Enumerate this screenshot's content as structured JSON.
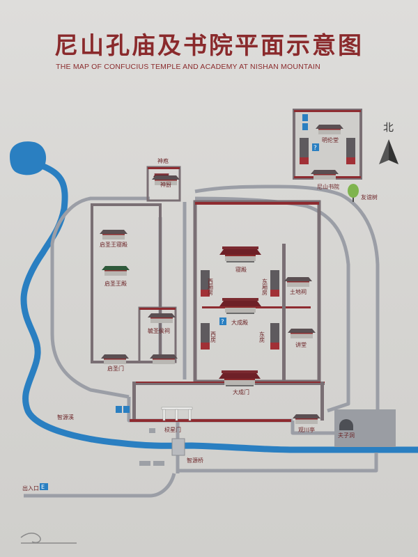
{
  "title": {
    "cn": "尼山孔庙及书院平面示意图",
    "en": "THE MAP OF CONFUCIUS TEMPLE AND ACADEMY AT NISHAN MOUNTAIN"
  },
  "compass": {
    "label": "北"
  },
  "places": {
    "shenpao": "神庖",
    "shenchu": "神厨",
    "qishengwang_qindian": "启圣王寝殿",
    "qishengwang_dian": "启圣王殿",
    "yushenghou_ci": "毓圣侯祠",
    "qishengmen": "启圣门",
    "qindian": "寝殿",
    "xi_xiangfang": "西厢房",
    "dong_xiangfang": "东厢房",
    "tudi_ci": "土地祠",
    "dacheng_dian": "大成殿",
    "xi_wu": "西庑",
    "dong_wu": "东庑",
    "jiangtang": "讲堂",
    "dacheng_men": "大成门",
    "lingxing_men": "棂星门",
    "guanchuan_ting": "观川亭",
    "fuzi_dong": "夫子洞",
    "zhiyuan_xi": "智源溪",
    "zhiyuan_qiao": "智源桥",
    "chu_ru_kou": "出入口",
    "minglun_tang": "明伦堂",
    "nishan_shuyuan": "尼山书院",
    "youyi_shu": "友谊树"
  },
  "colors": {
    "title": "#8a2a2c",
    "wall": "#7a6f74",
    "wall_red": "#8e2b30",
    "river": "#2a7fc1",
    "road": "#9b9ea6",
    "roof": "#6e2027",
    "roof_green": "#2f5a3b",
    "pavilion": "#a8a9ad"
  },
  "icons": [
    "info-icon",
    "restroom-icon",
    "exit-icon",
    "compass-arrow-icon",
    "tree-icon"
  ]
}
